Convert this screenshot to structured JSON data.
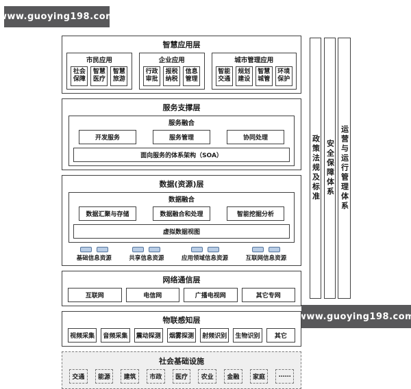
{
  "watermarks": {
    "top": "www.guoying198.com",
    "bottom": "www.guoying198.com"
  },
  "app_layer": {
    "title": "智慧应用层",
    "groups": [
      {
        "title": "市民应用",
        "items": [
          "社会保障",
          "智慧医疗",
          "智慧旅游"
        ]
      },
      {
        "title": "企业应用",
        "items": [
          "行政审批",
          "报税纳税",
          "信息管理"
        ]
      },
      {
        "title": "城市管理应用",
        "items": [
          "智能交通",
          "规划建设",
          "智慧城管",
          "环境保护"
        ]
      }
    ]
  },
  "service_layer": {
    "title": "服务支撑层",
    "fusion_title": "服务融合",
    "services": [
      "开发服务",
      "服务管理",
      "协同处理"
    ],
    "soa": "面向服务的体系架构（SOA）"
  },
  "data_layer": {
    "title": "数据(资源)层",
    "fusion_title": "数据融合",
    "processes": [
      "数据汇聚与存储",
      "数据融合和处理",
      "智能挖掘分析"
    ],
    "virtual_view": "虚拟数据视图",
    "resources": [
      "基础信息资源",
      "共享信息资源",
      "应用领域信息资源",
      "互联网信息资源"
    ]
  },
  "network_layer": {
    "title": "网络通信层",
    "items": [
      "互联网",
      "电信网",
      "广播电视网",
      "其它专网"
    ]
  },
  "perception_layer": {
    "title": "物联感知层",
    "items": [
      "视频采集",
      "音频采集",
      "震动探测",
      "烟雾探测",
      "射频识别",
      "生物识别",
      "其它"
    ]
  },
  "infrastructure_layer": {
    "title": "社会基础设施",
    "items": [
      "交通",
      "能源",
      "建筑",
      "市政",
      "医疗",
      "农业",
      "金融",
      "家庭",
      "……"
    ]
  },
  "side_bars": [
    "政策法规及标准",
    "安全保障体系",
    "运营与运行管理体系"
  ],
  "colors": {
    "db_icon": "#b9cde5",
    "db_icon_border": "#54749c",
    "watermark_bg": "#58585a",
    "border": "#3f3f3f",
    "infra_bg": "#efefef"
  }
}
